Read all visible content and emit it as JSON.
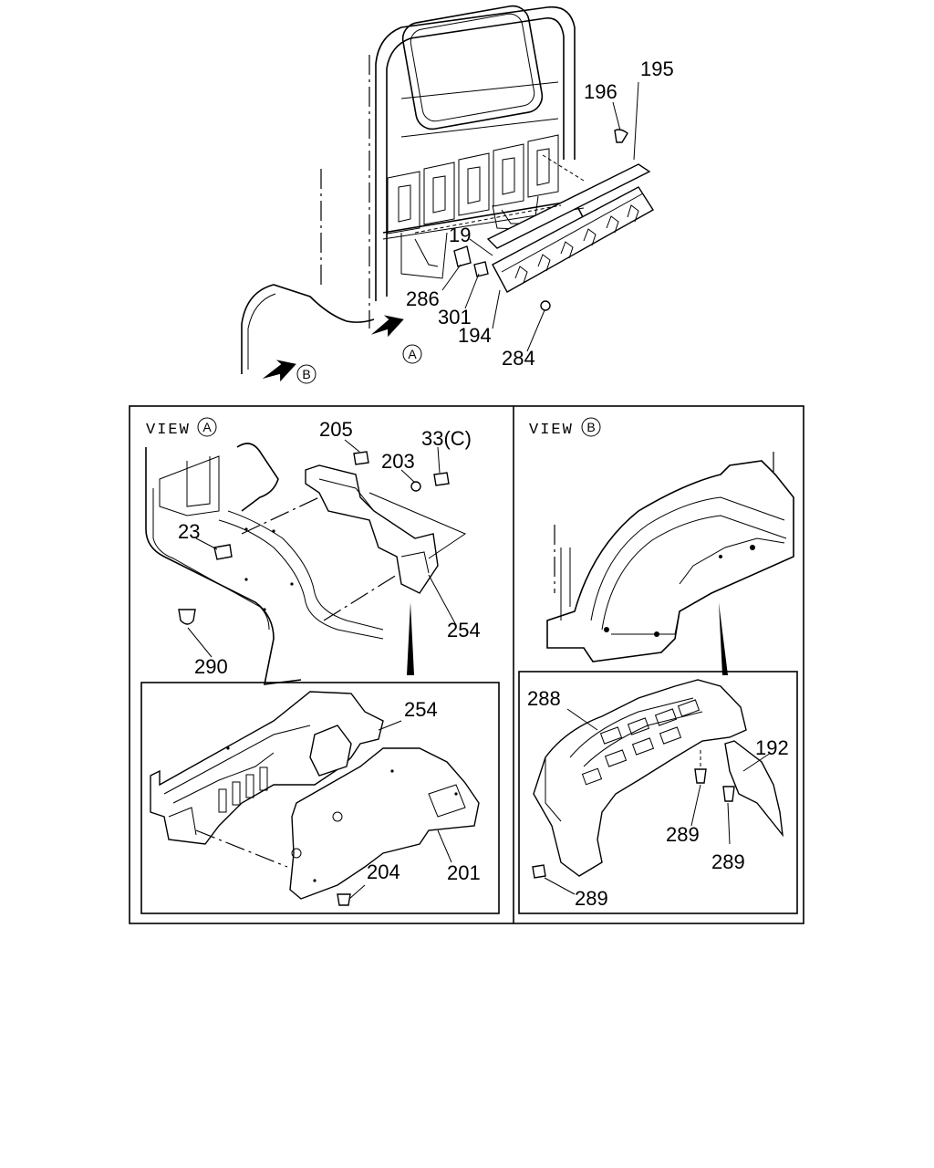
{
  "callouts": {
    "c195": "195",
    "c196": "196",
    "c19": "19",
    "c286": "286",
    "c301": "301",
    "c194": "194",
    "c284": "284",
    "a205": "205",
    "a203": "203",
    "a33c": "33(C)",
    "a23": "23",
    "a254": "254",
    "a290": "290",
    "a254b": "254",
    "a204": "204",
    "a201": "201",
    "b288": "288",
    "b192": "192",
    "b289a": "289",
    "b289b": "289",
    "b289c": "289"
  },
  "view_markers": {
    "a": "A",
    "b": "B"
  },
  "view_labels": {
    "a": "VIEW",
    "b": "VIEW"
  }
}
